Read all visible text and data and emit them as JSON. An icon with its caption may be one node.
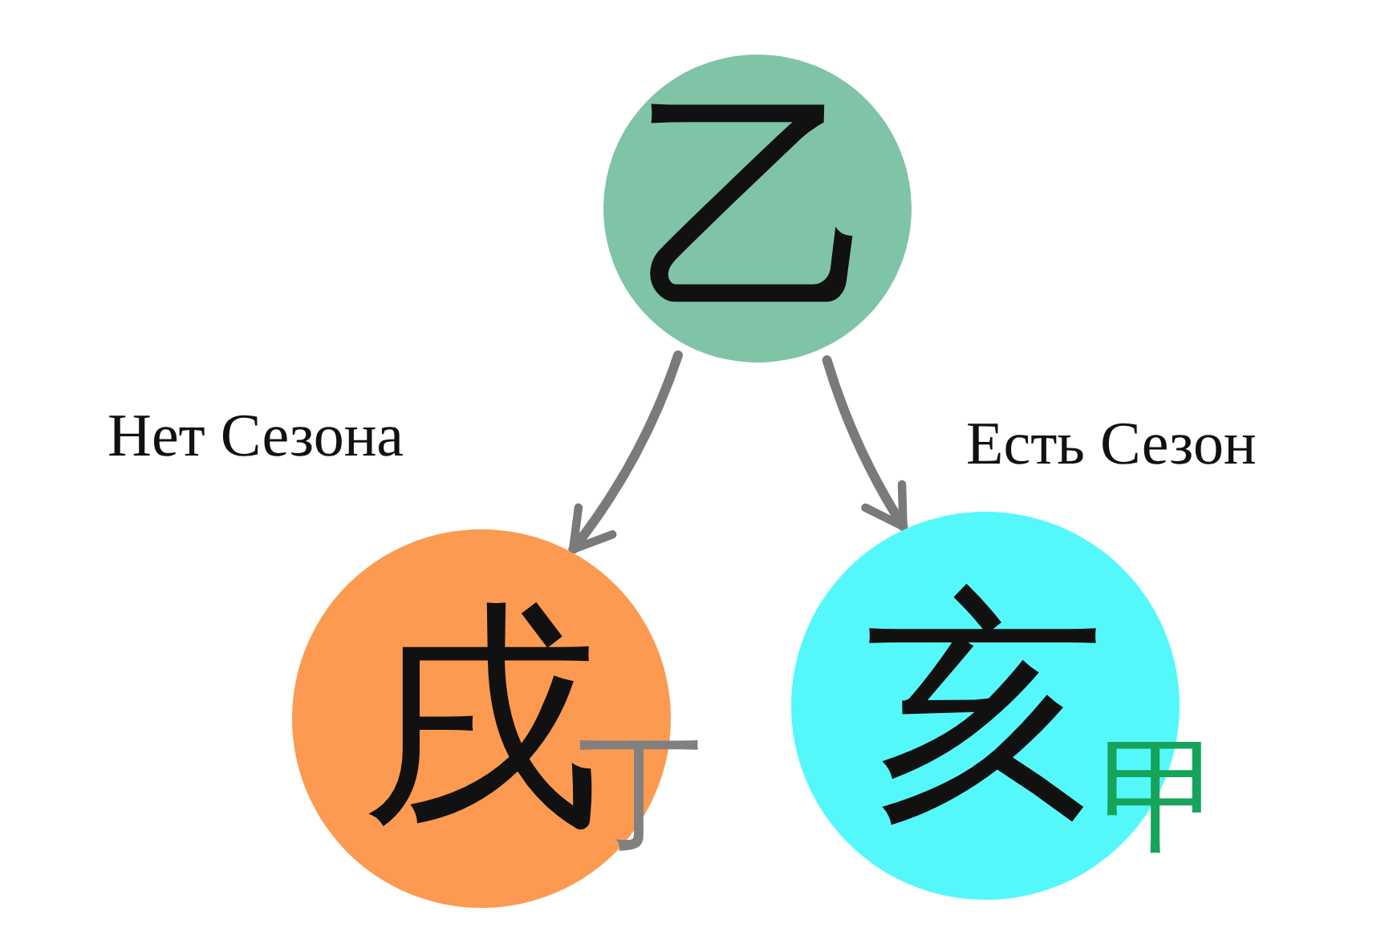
{
  "diagram": {
    "nodes": [
      {
        "text": [
          "乙"
        ]
      },
      {
        "text": [
          "戌",
          "丁"
        ]
      },
      {
        "text": [
          "亥",
          "甲"
        ]
      }
    ],
    "edges": [
      {
        "from": 0,
        "to": 1,
        "arrow": "to",
        "label": "Нет Сезона"
      },
      {
        "from": 0,
        "to": 2,
        "arrow": "to",
        "label": "Есть Сезон"
      }
    ]
  }
}
